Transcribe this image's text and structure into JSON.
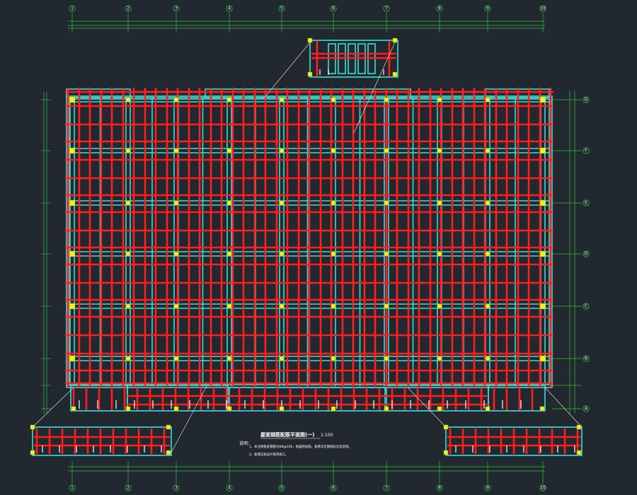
{
  "drawing": {
    "colors": {
      "background": "#212830",
      "beam": "#ff1f1f",
      "slab": "#38e0d8",
      "column": "#f0f020",
      "grid": "#2fbf3a",
      "label": "#ffffff"
    },
    "axes": {
      "top": [
        "1",
        "2",
        "3",
        "4",
        "5",
        "6",
        "7",
        "8",
        "9",
        "10"
      ],
      "bottom": [
        "1",
        "2",
        "3",
        "4",
        "5",
        "6",
        "7",
        "8",
        "9",
        "10"
      ],
      "right": [
        "G",
        "F",
        "E",
        "D",
        "C",
        "B",
        "A"
      ]
    },
    "notes": {
      "title": "屋面钢筋配筋平面图(一)",
      "scale": "1:100",
      "heading": "说明：",
      "line1": "1、未注明板底钢筋为Φ8@200，板面附加筋，板厚详见图纸标注及说明。",
      "line2": "2、板厚应按设计要求施工。"
    }
  }
}
